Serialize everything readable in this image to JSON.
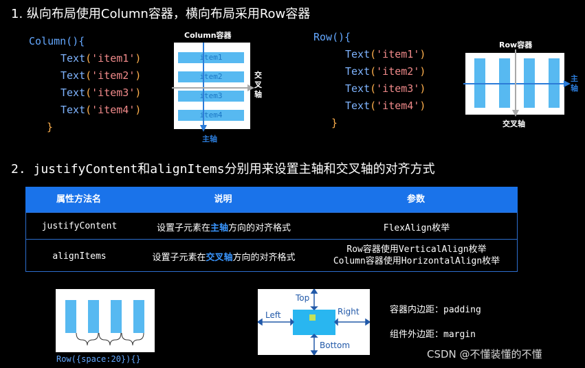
{
  "heading1": "1. 纵向布局使用Column容器，横向布局采用Row容器",
  "heading2": "2. justifyContent和alignItems分别用来设置主轴和交叉轴的对齐方式",
  "column_code": {
    "open": "Column(){",
    "items": [
      "'item1'",
      "'item2'",
      "'item3'",
      "'item4'"
    ],
    "fn": "Text",
    "close": "}"
  },
  "row_code": {
    "open": "Row(){",
    "items": [
      "'item1'",
      "'item2'",
      "'item3'",
      "'item4'"
    ],
    "fn": "Text",
    "close": "}"
  },
  "column_diagram": {
    "title": "Column容器",
    "items": [
      "item1",
      "item2",
      "item3",
      "item4"
    ],
    "cross_axis_label": "交叉轴",
    "main_axis_label": "主轴"
  },
  "row_diagram": {
    "title": "Row容器",
    "main_axis_label": "主轴",
    "cross_axis_label": "交叉轴"
  },
  "table": {
    "headers": [
      "属性方法名",
      "说明",
      "参数"
    ],
    "rows": [
      {
        "name": "justifyContent",
        "desc_pre": "设置子元素在",
        "desc_hl": "主轴",
        "desc_post": "方向的对齐格式",
        "param1": "FlexAlign枚举",
        "param2": ""
      },
      {
        "name": "alignItems",
        "desc_pre": "设置子元素在",
        "desc_hl": "交叉轴",
        "desc_post": "方向的对齐格式",
        "param1": "Row容器使用VerticalAlign枚举",
        "param2": "Column容器使用HorizontalAlign枚举"
      }
    ]
  },
  "space_caption": "Row({space:20}){}",
  "padding_diagram": {
    "top": "Top",
    "left": "Left",
    "right": "Right",
    "bottom": "Bottom"
  },
  "notes": {
    "padding": "容器内边距：padding",
    "margin": "组件外边距：margin"
  },
  "watermark": "CSDN @不懂装懂的不懂",
  "colors": {
    "accent_blue": "#1a73ea",
    "item_blue": "#57b9f1",
    "axis_blue": "#2b7bd8"
  }
}
